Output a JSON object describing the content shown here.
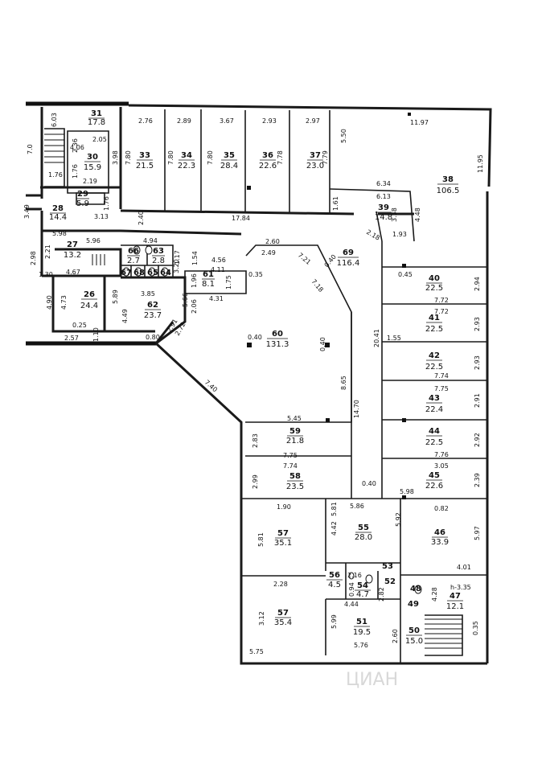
{
  "rooms": [
    {
      "id": "r26",
      "number": "26",
      "area": "24.4"
    },
    {
      "id": "r27",
      "number": "27",
      "area": "13.2"
    },
    {
      "id": "r28",
      "number": "28",
      "area": "14.4"
    },
    {
      "id": "r29",
      "number": "29",
      "area": "5.9"
    },
    {
      "id": "r30",
      "number": "30",
      "area": "15.9"
    },
    {
      "id": "r31",
      "number": "31",
      "area": "17.8"
    },
    {
      "id": "r33",
      "number": "33",
      "area": "21.5"
    },
    {
      "id": "r34",
      "number": "34",
      "area": "22.3"
    },
    {
      "id": "r35",
      "number": "35",
      "area": "28.4"
    },
    {
      "id": "r36",
      "number": "36",
      "area": "22.6"
    },
    {
      "id": "r37",
      "number": "37",
      "area": "23.0"
    },
    {
      "id": "r38",
      "number": "38",
      "area": "106.5"
    },
    {
      "id": "r39",
      "number": "39",
      "area": "14.8"
    },
    {
      "id": "r40",
      "number": "40",
      "area": "22.5"
    },
    {
      "id": "r41",
      "number": "41",
      "area": "22.5"
    },
    {
      "id": "r42",
      "number": "42",
      "area": "22.5"
    },
    {
      "id": "r43",
      "number": "43",
      "area": "22.4"
    },
    {
      "id": "r44",
      "number": "44",
      "area": "22.5"
    },
    {
      "id": "r45",
      "number": "45",
      "area": "22.6"
    },
    {
      "id": "r46",
      "number": "46",
      "area": "33.9"
    },
    {
      "id": "r47",
      "number": "47",
      "area": "12.1"
    },
    {
      "id": "r48",
      "number": "48",
      "area": ""
    },
    {
      "id": "r49",
      "number": "49",
      "area": ""
    },
    {
      "id": "r50",
      "number": "50",
      "area": "15.0"
    },
    {
      "id": "r51",
      "number": "51",
      "area": "19.5"
    },
    {
      "id": "r52",
      "number": "52",
      "area": ""
    },
    {
      "id": "r53",
      "number": "53",
      "area": ""
    },
    {
      "id": "r54",
      "number": "54",
      "area": "4.7"
    },
    {
      "id": "r55",
      "number": "55",
      "area": "28.0"
    },
    {
      "id": "r56",
      "number": "56",
      "area": "4.5"
    },
    {
      "id": "r57a",
      "number": "57",
      "area": "35.1"
    },
    {
      "id": "r57b",
      "number": "57",
      "area": "35.4"
    },
    {
      "id": "r58",
      "number": "58",
      "area": "23.5"
    },
    {
      "id": "r59",
      "number": "59",
      "area": "21.8"
    },
    {
      "id": "r60",
      "number": "60",
      "area": "131.3"
    },
    {
      "id": "r61",
      "number": "61",
      "area": "8.1"
    },
    {
      "id": "r62",
      "number": "62",
      "area": "23.7"
    },
    {
      "id": "r63",
      "number": "63",
      "area": "2.8"
    },
    {
      "id": "r64",
      "number": "64",
      "area": ""
    },
    {
      "id": "r65",
      "number": "65",
      "area": ""
    },
    {
      "id": "r66",
      "number": "66",
      "area": "2.7"
    },
    {
      "id": "r67",
      "number": "67",
      "area": ""
    },
    {
      "id": "r68",
      "number": "68",
      "area": ""
    },
    {
      "id": "r69",
      "number": "69",
      "area": "116.4"
    }
  ],
  "dimensions": [
    "6.03",
    "2.36",
    "4.06",
    "2.05",
    "1.76",
    "2.19",
    "3.98",
    "7.0",
    "1.76",
    "1.76",
    "2.76",
    "2.89",
    "3.67",
    "2.93",
    "2.97",
    "11.97",
    "5.50",
    "11.95",
    "7.80",
    "7.80",
    "7.80",
    "7.78",
    "7.79",
    "6.34",
    "6.13",
    "1.61",
    "3.38",
    "4.48",
    "2.18",
    "1.93",
    "3.49",
    "3.13",
    "2.40",
    "17.84",
    "5.98",
    "5.96",
    "2.98",
    "2.21",
    "4.94",
    "4.56",
    "2.49",
    "2.60",
    "7.21",
    "0.40",
    "1.17",
    "1.54",
    "4.11",
    "1.96",
    "1.75",
    "0.35",
    "4.31",
    "1.30",
    "4.67",
    "3.85",
    "3.20",
    "4.90",
    "4.73",
    "5.89",
    "4.49",
    "5.66",
    "2.06",
    "0.25",
    "2.57",
    "1.10",
    "0.80",
    "2.72",
    "2.91",
    "7.18",
    "0.45",
    "2.94",
    "7.72",
    "7.72",
    "2.93",
    "0.40",
    "0.40",
    "1.55",
    "20.41",
    "2.93",
    "7.74",
    "7.75",
    "2.91",
    "7.40",
    "8.65",
    "14.70",
    "5.45",
    "2.83",
    "2.92",
    "7.75",
    "7.76",
    "7.74",
    "3.05",
    "2.99",
    "2.39",
    "0.40",
    "5.98",
    "1.90",
    "5.81",
    "5.86",
    "0.82",
    "4.42",
    "5.92",
    "5.81",
    "5.97",
    "2.28",
    "2.16",
    "0.94",
    "2.82",
    "4.28",
    "h-3.35",
    "4.01",
    "4.44",
    "5.99",
    "3.12",
    "2.60",
    "0.35",
    "5.75",
    "5.76"
  ],
  "watermark": "ЦИАН"
}
